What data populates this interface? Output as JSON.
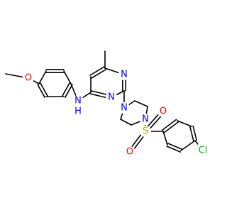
{
  "colors": {
    "carbon_bond": "#000000",
    "nitrogen": "#0000ff",
    "oxygen": "#ff0000",
    "sulfur": "#b2b200",
    "chlorine": "#00b200",
    "background": "#ffffff"
  },
  "molecule": {
    "atoms": {
      "O_methoxy": {
        "symbol": "O",
        "color": "oxygen"
      },
      "N_amine": {
        "symbol": "N",
        "color": "nitrogen"
      },
      "H_amine": {
        "symbol": "H",
        "color": "nitrogen"
      },
      "N_pyrimidine_top": {
        "symbol": "N",
        "color": "nitrogen"
      },
      "N_pyrimidine_bottom": {
        "symbol": "N",
        "color": "nitrogen"
      },
      "N_piperazine_1": {
        "symbol": "N",
        "color": "nitrogen"
      },
      "N_piperazine_4": {
        "symbol": "N",
        "color": "nitrogen"
      },
      "S_sulfonyl": {
        "symbol": "S",
        "color": "sulfur"
      },
      "O_sulfonyl_1": {
        "symbol": "O",
        "color": "oxygen"
      },
      "O_sulfonyl_2": {
        "symbol": "O",
        "color": "oxygen"
      },
      "Cl": {
        "symbol": "Cl",
        "color": "chlorine"
      }
    }
  }
}
